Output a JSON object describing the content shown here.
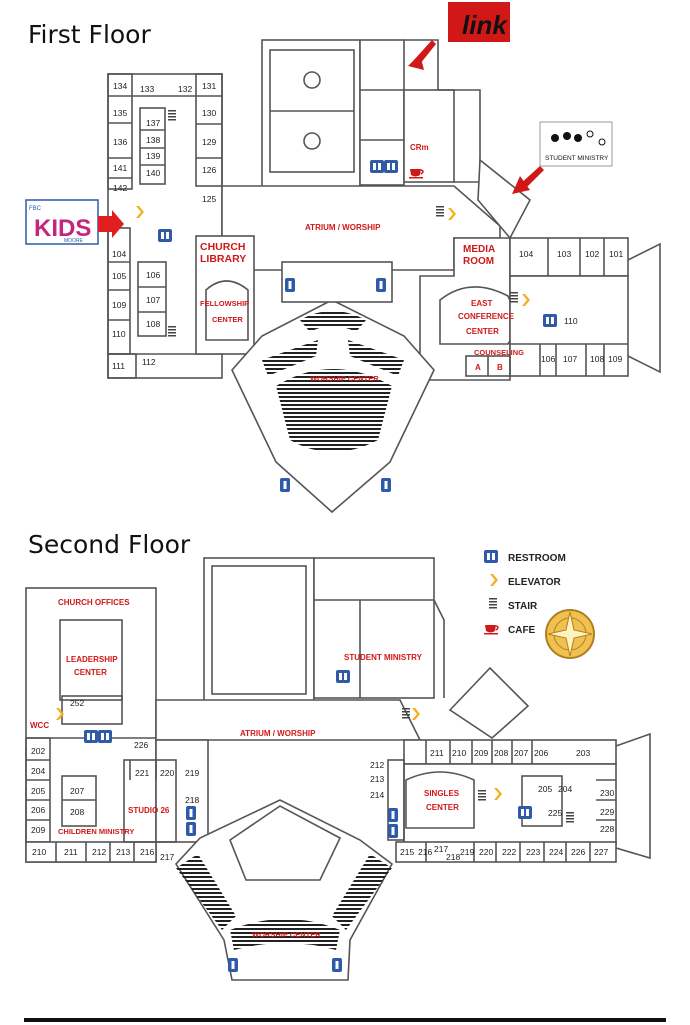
{
  "titles": {
    "first_floor": "First Floor",
    "second_floor": "Second Floor"
  },
  "colors": {
    "accent": "#d01818",
    "restroom": "#2f5aa8",
    "elevator": "#f2b01d",
    "cafe": "#d01818",
    "wall": "#555555"
  },
  "floor1": {
    "labels": {
      "atrium": "ATRIUM / WORSHIP",
      "church_library_1": "CHURCH",
      "church_library_2": "LIBRARY",
      "media_room_1": "MEDIA",
      "media_room_2": "ROOM",
      "fellowship_1": "FELLOWSHIP",
      "fellowship_2": "CENTER",
      "east_conf_1": "EAST",
      "east_conf_2": "CONFERENCE",
      "east_conf_3": "CENTER",
      "worship_center": "WORSHIP CENTER",
      "counseling": "COUNSELING",
      "counseling_a": "A",
      "counseling_b": "B",
      "crm": "CRm",
      "link_logo": "link",
      "student_ministry": "STUDENT MINISTRY",
      "kids_logo": "KIDS",
      "kids_logo_top": "FBC",
      "kids_logo_bottom": "MOORE"
    },
    "rooms": {
      "r134": "134",
      "r133": "133",
      "r132": "132",
      "r131": "131",
      "r135": "135",
      "r137": "137",
      "r130": "130",
      "r136": "136",
      "r138": "138",
      "r129": "129",
      "r139": "139",
      "r141": "141",
      "r140": "140",
      "r126": "126",
      "r142": "142",
      "r125": "125",
      "r104": "104",
      "r106": "106",
      "r105": "105",
      "r107": "107",
      "r109": "109",
      "r108": "108",
      "r110": "110",
      "r111": "111",
      "r112": "112",
      "e104": "104",
      "e103": "103",
      "e102": "102",
      "e101": "101",
      "e110": "110",
      "e106": "106",
      "e107": "107",
      "e108": "108",
      "e109": "109"
    }
  },
  "floor2": {
    "labels": {
      "church_offices": "CHURCH OFFICES",
      "leadership_1": "LEADERSHIP",
      "leadership_2": "CENTER",
      "student_ministry": "STUDENT MINISTRY",
      "atrium": "ATRIUM / WORSHIP",
      "wcc": "WCC",
      "studio": "STUDIO 26",
      "children": "CHILDREN MINISTRY",
      "singles_1": "SINGLES",
      "singles_2": "CENTER",
      "worship_center": "WORSHIP CENTER"
    },
    "rooms": {
      "r252": "252",
      "r226": "226",
      "r202": "202",
      "r204": "204",
      "r205": "205",
      "r206": "206",
      "r209": "209",
      "r207": "207",
      "r208": "208",
      "r221": "221",
      "r220": "220",
      "r219": "219",
      "r218": "218",
      "r217": "217",
      "r210": "210",
      "r211": "211",
      "r212": "212",
      "r213": "213",
      "r216": "216",
      "e211": "211",
      "e210": "210",
      "e209": "209",
      "e208": "208",
      "e207": "207",
      "e206": "206",
      "e203": "203",
      "e212": "212",
      "e213": "213",
      "e214": "214",
      "e205": "205",
      "e204": "204",
      "e225": "225",
      "e230": "230",
      "e229": "229",
      "e228": "228",
      "e215": "215",
      "e216": "216",
      "e217": "217",
      "e218": "218",
      "e219": "219",
      "e220": "220",
      "e222": "222",
      "e223": "223",
      "e224": "224",
      "e226": "226",
      "e227": "227"
    }
  },
  "legend": {
    "restroom": "RESTROOM",
    "elevator": "ELEVATOR",
    "stair": "STAIR",
    "cafe": "CAFE"
  }
}
